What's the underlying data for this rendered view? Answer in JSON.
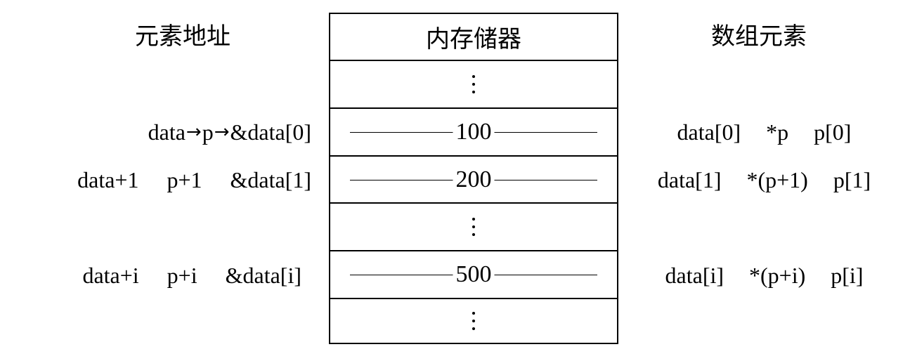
{
  "headers": {
    "left": "元素地址",
    "memory": "内存储器",
    "right": "数组元素"
  },
  "memory_cells": [
    {
      "kind": "title"
    },
    {
      "kind": "ellipsis"
    },
    {
      "kind": "value",
      "value": "100"
    },
    {
      "kind": "value",
      "value": "200"
    },
    {
      "kind": "ellipsis"
    },
    {
      "kind": "value",
      "value": "500"
    },
    {
      "kind": "ellipsis"
    }
  ],
  "left_rows": [
    {
      "a": "data",
      "b": "p",
      "c": "&data[0]",
      "arrows": true
    },
    {
      "a": "data+1",
      "b": "p+1",
      "c": "&data[1]",
      "arrows": false
    },
    {
      "a": "data+i",
      "b": "p+i",
      "c": "&data[i]",
      "arrows": false
    }
  ],
  "right_rows": [
    {
      "a": "data[0]",
      "b": "*p",
      "c": "p[0]"
    },
    {
      "a": "data[1]",
      "b": "*(p+1)",
      "c": "p[1]"
    },
    {
      "a": "data[i]",
      "b": "*(p+i)",
      "c": "p[i]"
    }
  ],
  "arrow_glyph": "→"
}
